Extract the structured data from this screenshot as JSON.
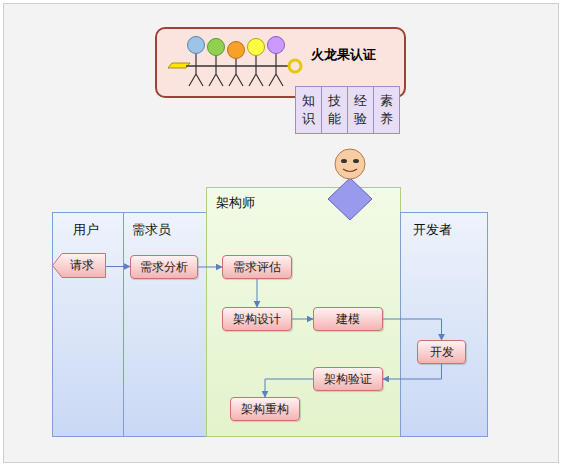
{
  "diagram": {
    "nodes": [
      {
        "text": [
          "火龙果认证"
        ]
      },
      {
        "text": [
          "知识"
        ]
      },
      {
        "text": [
          "技能"
        ]
      },
      {
        "text": [
          "经验"
        ]
      },
      {
        "text": [
          "素养"
        ]
      },
      {
        "text": [
          "用户"
        ]
      },
      {
        "text": [
          "需求员"
        ]
      },
      {
        "text": [
          "架构师"
        ]
      },
      {
        "text": [
          "开发者"
        ]
      },
      {
        "text": [
          "请求"
        ],
        "in": 5
      },
      {
        "text": [
          "需求分析"
        ],
        "in": 6
      },
      {
        "text": [
          "需求评估"
        ],
        "in": 7
      },
      {
        "text": [
          "架构设计"
        ],
        "in": 7
      },
      {
        "text": [
          "建模"
        ],
        "in": 7
      },
      {
        "text": [
          "开发"
        ],
        "in": 8
      },
      {
        "text": [
          "架构验证"
        ],
        "in": 7
      },
      {
        "text": [
          "架构重构"
        ],
        "in": 7
      }
    ],
    "edges": [
      {
        "from": 9,
        "to": 10,
        "arrow": "to"
      },
      {
        "from": 10,
        "to": 11,
        "arrow": "to"
      },
      {
        "from": 11,
        "to": 12,
        "arrow": "to"
      },
      {
        "from": 12,
        "to": 13,
        "arrow": "to"
      },
      {
        "from": 13,
        "to": 14,
        "arrow": "to"
      },
      {
        "from": 14,
        "to": 15,
        "arrow": "to"
      },
      {
        "from": 15,
        "to": 16,
        "arrow": "to"
      }
    ]
  }
}
